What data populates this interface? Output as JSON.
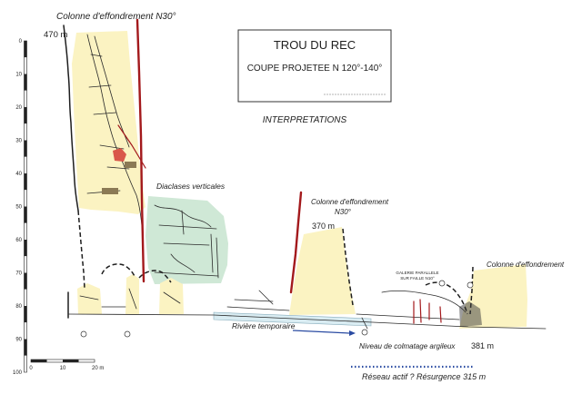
{
  "diagram": {
    "title": "TROU DU REC",
    "subtitle": "COUPE PROJETEE N 120°-140°",
    "heading": "INTERPRETATIONS"
  },
  "labels": {
    "collapse_column_upper": "Colonne d'effondrement N30°",
    "altitude_entrance": "470 m",
    "vertical_joints": "Diaclases verticales",
    "collapse_column_middle": "Colonne d'effondrement",
    "collapse_column_middle_orientation": "N30°",
    "altitude_middle": "370 m",
    "collapse_column_right": "Colonne d'effondrement",
    "parallel_gallery": "GALERIE PARALLELE",
    "parallel_gallery_fault": "SUR FAILLE N10°",
    "temporary_river": "Rivière temporaire",
    "clay_fill_level": "Niveau de colmatage argileux",
    "altitude_lower": "381 m",
    "active_network": "Réseau actif ? Résurgence 315 m"
  },
  "depth_scale": {
    "ticks": [
      0,
      10,
      20,
      30,
      40,
      50,
      60,
      70,
      80,
      90,
      100
    ]
  },
  "horizontal_scale": {
    "ticks": [
      "0",
      "10",
      "20 m"
    ]
  },
  "colors": {
    "collapse_zone": "#fbf3c2",
    "joint_zone": "#cfe8d6",
    "fault_line": "#a3191c",
    "river": "#d9ecf2",
    "water_flow": "#2a4ba2",
    "cave_outline": "#2a2a2a"
  }
}
